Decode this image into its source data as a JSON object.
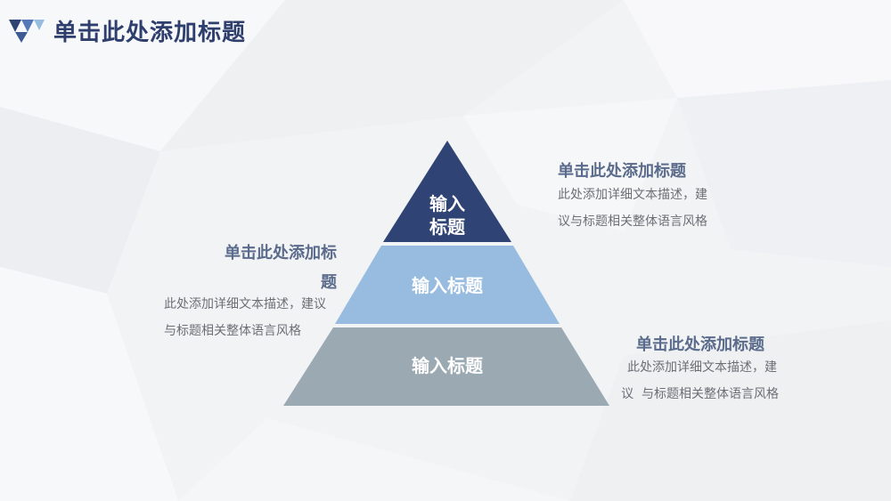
{
  "slide": {
    "title": "单击此处添加标题",
    "colors": {
      "tier_top": "#2f4475",
      "tier_middle": "#98bce0",
      "tier_bottom": "#9aa9b2",
      "title": "#2e3f6e",
      "block_title": "#5a6b8c"
    }
  },
  "pyramid": {
    "tiers": [
      {
        "label_line1": "输入",
        "label_line2": "标题"
      },
      {
        "label": "输入标题"
      },
      {
        "label": "输入标题"
      }
    ]
  },
  "blocks": {
    "top_right": {
      "title": "单击此处添加标题",
      "desc_line1": "此处添加详细文本描述，建",
      "desc_line2": "议与标题相关整体语言风格"
    },
    "left": {
      "title_line1": "单击此处添加标",
      "title_line2": "题",
      "desc_line1": "此处添加详细文本描述，建议",
      "desc_line2": "与标题相关整体语言风格"
    },
    "bottom_right": {
      "title": "单击此处添加标题",
      "desc_line1": "此处添加详细文本描述，建",
      "desc_line2": "议  与标题相关整体语言风格"
    }
  }
}
